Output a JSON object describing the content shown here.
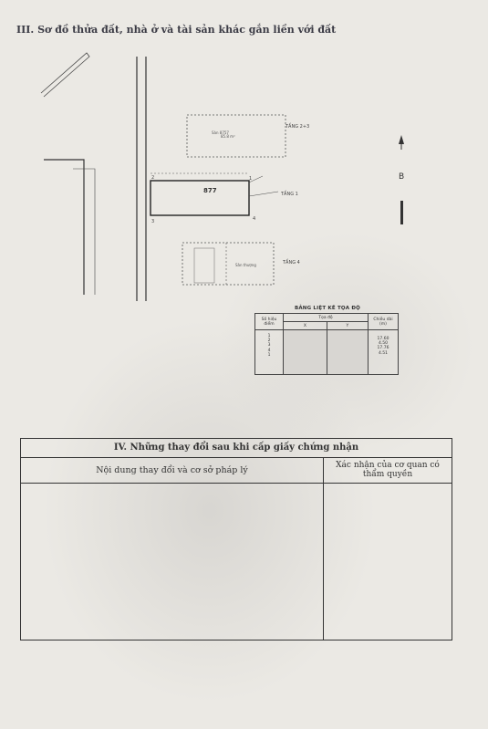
{
  "section3": {
    "title": "III. Sơ đồ thửa đất, nhà ở và tài sản khác gắn liền với đất"
  },
  "map": {
    "lot_number": "877",
    "floor_labels": [
      "TẦNG 2+3",
      "TẦNG 1",
      "TẦNG 4"
    ],
    "lot_area": "85.8 m²",
    "area_block": "Sàn 8757",
    "house_label": "Sân thượng",
    "point_labels": [
      "1",
      "2",
      "3",
      "4"
    ],
    "north_label": "B"
  },
  "coord_table": {
    "title": "BẢNG LIỆT KÊ TỌA ĐỘ",
    "header_point": "Số hiệu điểm",
    "header_coord": "Tọa độ",
    "header_x": "X",
    "header_y": "Y",
    "header_length": "Chiều dài (m)",
    "points": [
      "1",
      "2",
      "3",
      "4",
      "1"
    ],
    "lengths": [
      "17.60",
      "4.50",
      "17.76",
      "4.51"
    ]
  },
  "changes_table": {
    "title": "IV. Những thay đổi sau khi cấp giấy chứng nhận",
    "col_content": "Nội dung thay đổi và cơ sở pháp lý",
    "col_confirm": "Xác nhận của cơ quan có thẩm quyền"
  }
}
